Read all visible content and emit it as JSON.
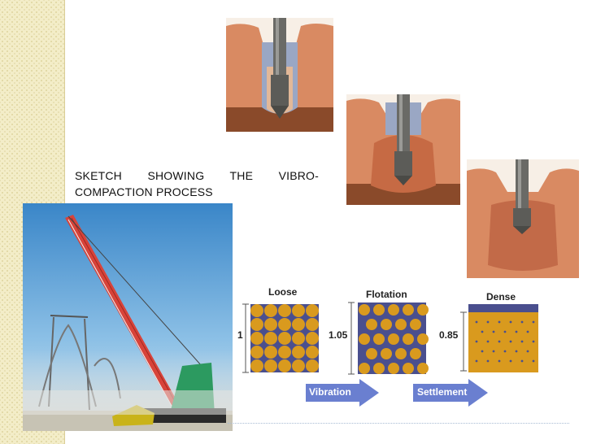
{
  "caption": "SKETCH SHOWING THE VIBRO-COMPACTION PROCESS",
  "diagram": {
    "states": [
      {
        "name": "Loose",
        "ratio": "1"
      },
      {
        "name": "Flotation",
        "ratio": "1.05"
      },
      {
        "name": "Dense",
        "ratio": "0.85"
      }
    ],
    "arrows": [
      "Vibration",
      "Settlement"
    ]
  },
  "colors": {
    "soil": "#d98a62",
    "soil_dark": "#8a4a2a",
    "probe": "#6a6a66",
    "particle": "#d99a1e",
    "void": "#4a4f8e",
    "arrow": "#6a7fd0",
    "strip": "#f3edc8"
  }
}
